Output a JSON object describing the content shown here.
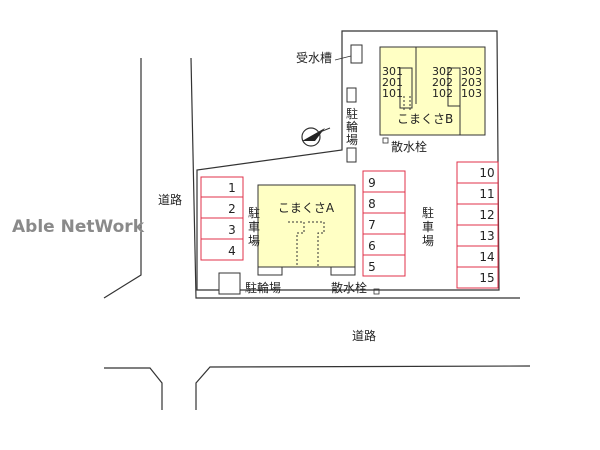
{
  "watermark": "Able NetWork",
  "labels": {
    "water_tank": "受水槽",
    "road_left": "道路",
    "road_bottom": "道路",
    "bike_parking_right": [
      "駐",
      "輪",
      "場"
    ],
    "sprinkler_top": "散水栓",
    "sprinkler_bottom": "散水栓",
    "parking_left": [
      "駐",
      "車",
      "場"
    ],
    "parking_right": [
      "駐",
      "車",
      "場"
    ],
    "bike_parking_bottom": "駐輪場"
  },
  "building_a": {
    "name": "こまくさA"
  },
  "building_b": {
    "name": "こまくさB",
    "rooms_left": [
      "301",
      "201",
      "101"
    ],
    "rooms_mid": [
      "302",
      "202",
      "102"
    ],
    "rooms_right": [
      "303",
      "203",
      "103"
    ]
  },
  "parking": {
    "left": [
      "1",
      "2",
      "3",
      "4"
    ],
    "middle": [
      "9",
      "8",
      "7",
      "6",
      "5"
    ],
    "right": [
      "10",
      "11",
      "12",
      "13",
      "14",
      "15"
    ]
  },
  "colors": {
    "building_fill": "#ffffc4",
    "parking_stroke": "#e0304a",
    "parking_fill": "#ffffff",
    "line": "#333333"
  }
}
